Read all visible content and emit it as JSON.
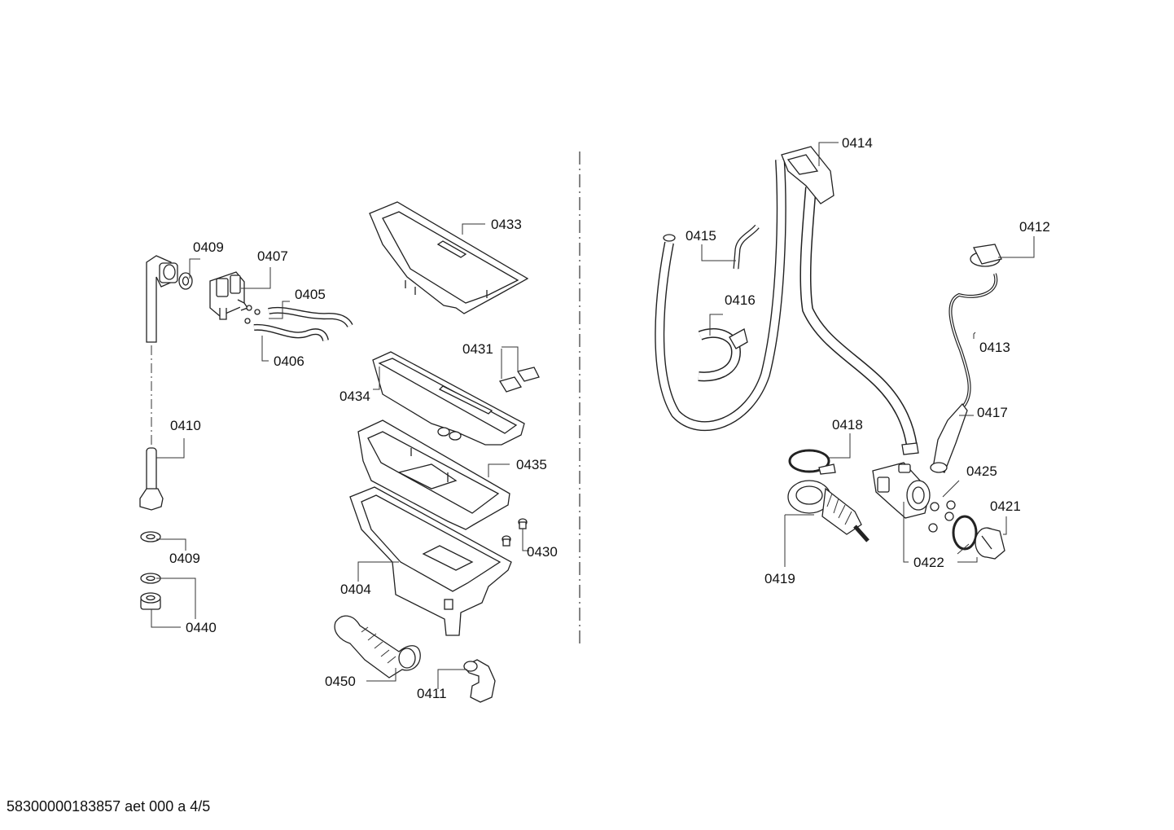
{
  "footer": {
    "doc_id": "58300000183857 aet 000 a 4/5"
  },
  "parts": {
    "p0409a": "0409",
    "p0407": "0407",
    "p0405": "0405",
    "p0406": "0406",
    "p0410": "0410",
    "p0409b": "0409",
    "p0440": "0440",
    "p0433": "0433",
    "p0431": "0431",
    "p0434": "0434",
    "p0435": "0435",
    "p0430": "0430",
    "p0404": "0404",
    "p0450": "0450",
    "p0411": "0411",
    "p0414": "0414",
    "p0415": "0415",
    "p0416": "0416",
    "p0412": "0412",
    "p0413": "0413",
    "p0417": "0417",
    "p0418": "0418",
    "p0425": "0425",
    "p0421": "0421",
    "p0419": "0419",
    "p0422": "0422"
  }
}
